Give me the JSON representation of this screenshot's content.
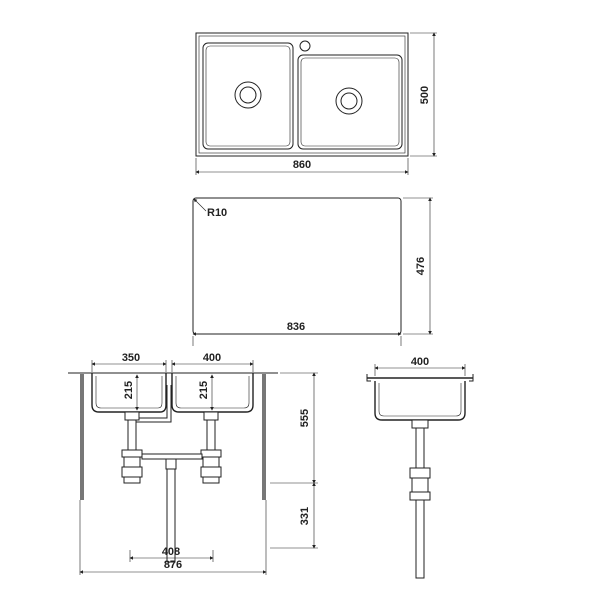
{
  "top_view": {
    "width_label": "860",
    "height_label": "500"
  },
  "cutout_view": {
    "radius_label": "R10",
    "height_label": "476",
    "width_label": "836"
  },
  "front_view": {
    "left_bowl_width_label": "350",
    "right_bowl_width_label": "400",
    "left_bowl_depth_label": "215",
    "right_bowl_depth_label": "215",
    "cabinet_height_label": "555",
    "lower_height_label": "331",
    "drain_spacing_label": "408",
    "cabinet_width_label": "876"
  },
  "side_view": {
    "bowl_width_label": "400"
  }
}
